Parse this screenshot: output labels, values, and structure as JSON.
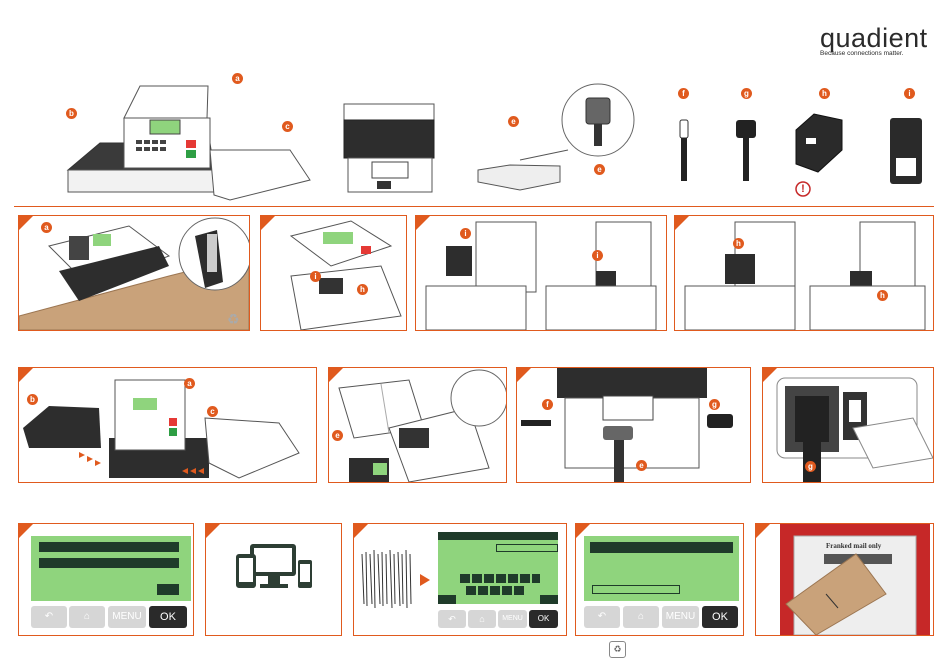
{
  "brand": {
    "logo_text": "quadient",
    "tagline": "Because connections matter."
  },
  "component_labels": [
    "a",
    "b",
    "c",
    "e",
    "e",
    "f",
    "g",
    "h",
    "i"
  ],
  "step_labels": {
    "p1": [
      "a"
    ],
    "p3": [
      "i",
      "i"
    ],
    "p4": [
      "h",
      "h"
    ],
    "p2": [
      "i",
      "h"
    ],
    "p5": [
      "a",
      "b",
      "c"
    ],
    "p6": [
      "e"
    ],
    "p7": [
      "f",
      "g",
      "e"
    ],
    "p8": [
      "g"
    ]
  },
  "buttons": {
    "menu": "MENU",
    "ok": "OK"
  },
  "mailbox_label": "Franked mail only",
  "warning_symbol": "!",
  "colors": {
    "accent": "#e05a1e",
    "screen": "#8fd47d",
    "dark": "#2b2b2b"
  }
}
